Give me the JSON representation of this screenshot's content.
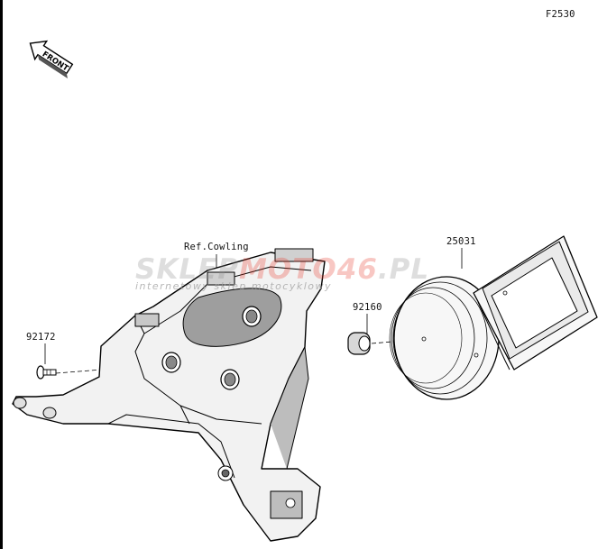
{
  "diagram": {
    "code": "F2530",
    "front_label": "FRONT",
    "parts": {
      "screw": "92172",
      "grommet": "92160",
      "meter": "25031",
      "ref": "Ref.Cowling"
    },
    "watermark": {
      "part1": "SKLEP",
      "part2": "MOTO",
      "part3": "46",
      "part4": ".PL",
      "tagline": "internetowy sklep motocyklowy",
      "color_dark": "#8c8c8c",
      "color_accent": "#e8392a"
    }
  }
}
